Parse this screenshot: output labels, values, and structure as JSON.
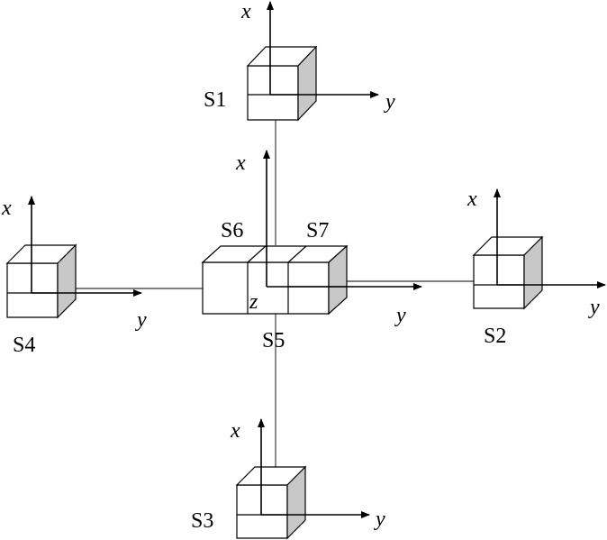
{
  "sensors": {
    "s1": "S1",
    "s2": "S2",
    "s3": "S3",
    "s4": "S4",
    "s5": "S5",
    "s6": "S6",
    "s7": "S7"
  },
  "axes": {
    "x": "x",
    "y": "y",
    "z": "z"
  },
  "colors": {
    "side_face": "#c8c8c8",
    "line": "#000000"
  }
}
